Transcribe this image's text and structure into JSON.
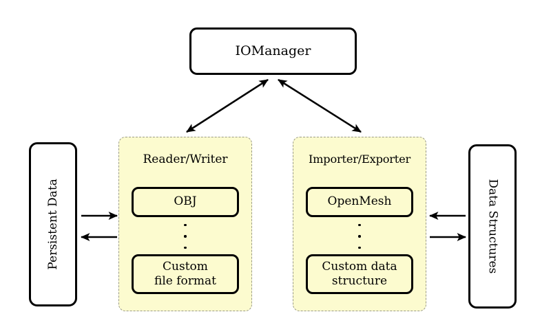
{
  "diagram": {
    "title_node": {
      "label": "IOManager"
    },
    "left_box": {
      "label": "Persistent Data"
    },
    "right_box": {
      "label": "Data Structures"
    },
    "groups": [
      {
        "title": "Reader/Writer",
        "items": [
          {
            "label": "OBJ"
          },
          {
            "label": "⋮"
          },
          {
            "label": "Custom\nfile format",
            "line1": "Custom",
            "line2": "file format"
          }
        ]
      },
      {
        "title": "Importer/Exporter",
        "items": [
          {
            "label": "OpenMesh"
          },
          {
            "label": "⋮"
          },
          {
            "label": "Custom data\nstructure",
            "line1": "Custom data",
            "line2": "structure"
          }
        ]
      }
    ],
    "connections": [
      {
        "from": "IOManager",
        "to": "Reader/Writer",
        "style": "double-headed-diagonal"
      },
      {
        "from": "IOManager",
        "to": "Importer/Exporter",
        "style": "double-headed-diagonal"
      },
      {
        "from": "Persistent Data",
        "to": "Reader/Writer",
        "style": "single-arrow-right"
      },
      {
        "from": "Reader/Writer",
        "to": "Persistent Data",
        "style": "single-arrow-left"
      },
      {
        "from": "Importer/Exporter",
        "to": "Data Structures",
        "style": "single-arrow-left"
      },
      {
        "from": "Data Structures",
        "to": "Importer/Exporter",
        "style": "single-arrow-right"
      }
    ],
    "colors": {
      "group_fill": "#fcfbcf",
      "group_border": "#9a9a86",
      "node_border": "#000000",
      "background": "#ffffff",
      "text": "#000000"
    }
  }
}
